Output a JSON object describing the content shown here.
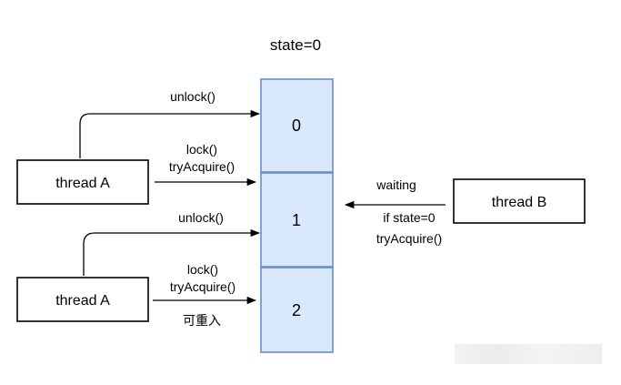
{
  "state_label": "state=0",
  "cells": [
    {
      "label": "0"
    },
    {
      "label": "1"
    },
    {
      "label": "2"
    }
  ],
  "threads": {
    "a_top": "thread A",
    "a_bottom": "thread A",
    "b": "thread B"
  },
  "edges": {
    "unlock_top": "unlock()",
    "lock_top": "lock()",
    "try_top": "tryAcquire()",
    "unlock_mid": "unlock()",
    "lock_bottom": "lock()",
    "try_bottom": "tryAcquire()",
    "reentrant": "可重入",
    "waiting": "waiting",
    "if_state": "if state=0",
    "try_b": "tryAcquire()"
  },
  "colors": {
    "cell_fill": "#dae8fc",
    "cell_stroke": "#6c8ebf",
    "stroke": "#000000"
  }
}
